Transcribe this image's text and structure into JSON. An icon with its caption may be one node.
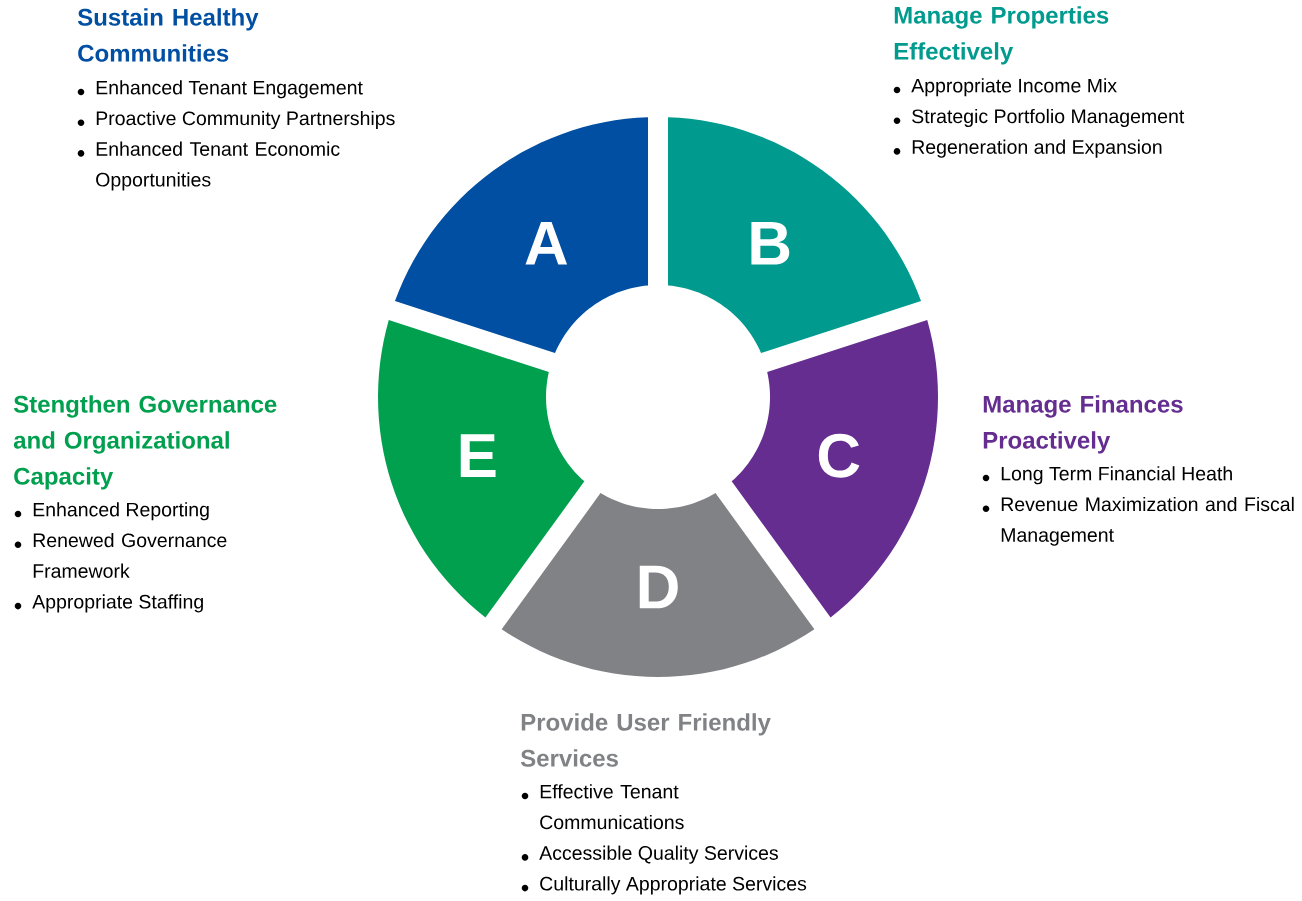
{
  "diagram": {
    "nodes": [
      {
        "text": [
          "A"
        ],
        "beside": [
          "Sustain Healthy Communities",
          "Enhanced Tenant Engagement",
          "Proactive Community Partnerships",
          "Enhanced Tenant Economic Opportunities"
        ]
      },
      {
        "text": [
          "B"
        ],
        "beside": [
          "Manage Properties Effectively",
          "Appropriate Income Mix",
          "Strategic Portfolio Management",
          "Regeneration and Expansion"
        ]
      },
      {
        "text": [
          "C"
        ],
        "beside": [
          "Manage Finances Proactively",
          "Long Term Financial Heath",
          "Revenue Maximization and Fiscal Management"
        ]
      },
      {
        "text": [
          "D"
        ],
        "beside": [
          "Provide User Friendly Services",
          "Effective Tenant Communications",
          "Accessible Quality Services",
          "Culturally Appropriate Services"
        ]
      },
      {
        "text": [
          "E"
        ],
        "beside": [
          "Stengthen Governance and Organizational Capacity",
          "Enhanced Reporting",
          "Renewed Governance Framework",
          "Appropriate Staffing"
        ]
      }
    ]
  }
}
